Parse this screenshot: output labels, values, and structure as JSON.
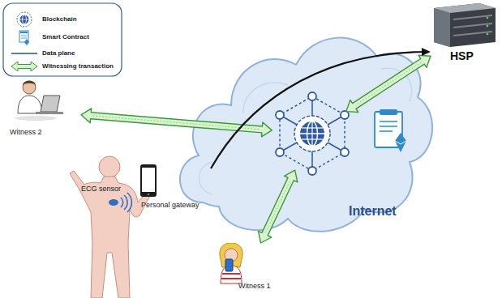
{
  "diagram": {
    "nodes": [
      {
        "text": [
          "Witness 2"
        ]
      },
      {
        "text": [
          "Internet"
        ]
      },
      {
        "text": [
          "HSP"
        ]
      },
      {
        "text": [
          "Personal gateway"
        ]
      },
      {
        "text": [
          "Witness 1"
        ]
      }
    ],
    "edges": [
      {
        "from": 0,
        "to": 1,
        "arrow": "both"
      },
      {
        "from": 4,
        "to": 1,
        "arrow": "both"
      },
      {
        "from": 2,
        "to": 1,
        "arrow": "both"
      },
      {
        "from": 3,
        "to": 2,
        "arrow": "to"
      }
    ],
    "labels": [
      "ECG sensor"
    ],
    "legend": [
      {
        "text": "Blockchain"
      },
      {
        "text": "Smart Contract"
      },
      {
        "text": "Data plane"
      },
      {
        "text": "Witnessing transaction"
      }
    ]
  }
}
